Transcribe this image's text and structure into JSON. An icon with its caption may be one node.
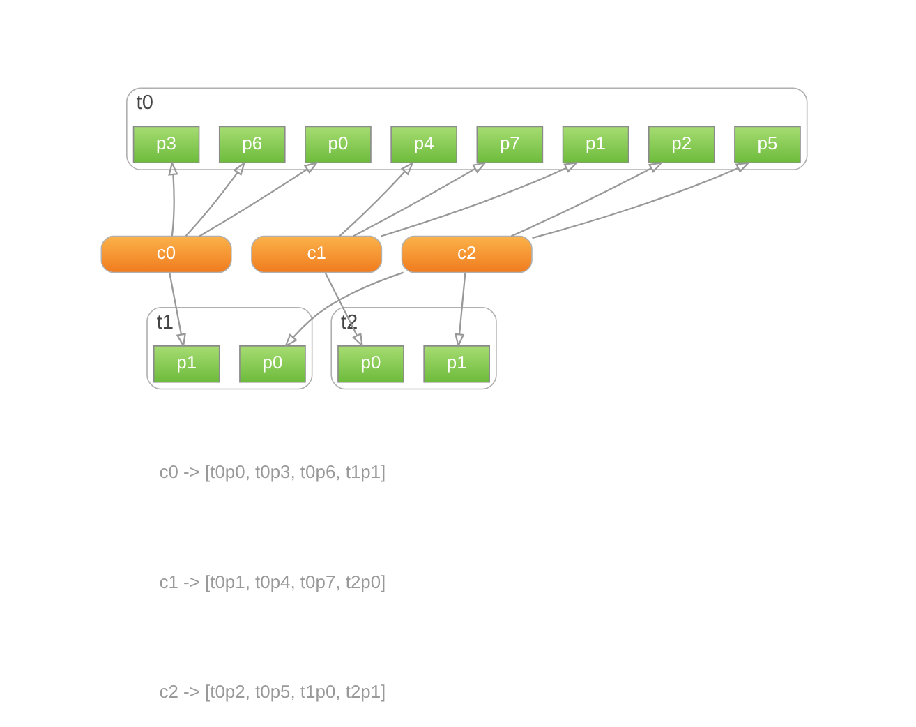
{
  "diagram": {
    "nodes": [
      {
        "text": [
          "t0"
        ]
      },
      {
        "text": [
          "p0"
        ],
        "in": 0
      },
      {
        "text": [
          "p1"
        ],
        "in": 0
      },
      {
        "text": [
          "p2"
        ],
        "in": 0
      },
      {
        "text": [
          "p3"
        ],
        "in": 0
      },
      {
        "text": [
          "p4"
        ],
        "in": 0
      },
      {
        "text": [
          "p5"
        ],
        "in": 0
      },
      {
        "text": [
          "p6"
        ],
        "in": 0
      },
      {
        "text": [
          "p7"
        ],
        "in": 0
      },
      {
        "text": [
          "c0"
        ]
      },
      {
        "text": [
          "c1"
        ]
      },
      {
        "text": [
          "c2"
        ]
      },
      {
        "text": [
          "t1"
        ]
      },
      {
        "text": [
          "p0"
        ],
        "in": 12
      },
      {
        "text": [
          "p1"
        ],
        "in": 12
      },
      {
        "text": [
          "t2"
        ]
      },
      {
        "text": [
          "p0"
        ],
        "in": 15
      },
      {
        "text": [
          "p1"
        ],
        "in": 15
      }
    ],
    "edges": [
      {
        "from": 9,
        "to": 1,
        "arrow": "to"
      },
      {
        "from": 9,
        "to": 4,
        "arrow": "to"
      },
      {
        "from": 9,
        "to": 7,
        "arrow": "to"
      },
      {
        "from": 9,
        "to": 14,
        "arrow": "to"
      },
      {
        "from": 10,
        "to": 2,
        "arrow": "to"
      },
      {
        "from": 10,
        "to": 5,
        "arrow": "to"
      },
      {
        "from": 10,
        "to": 8,
        "arrow": "to"
      },
      {
        "from": 10,
        "to": 16,
        "arrow": "to"
      },
      {
        "from": 11,
        "to": 3,
        "arrow": "to"
      },
      {
        "from": 11,
        "to": 6,
        "arrow": "to"
      },
      {
        "from": 11,
        "to": 13,
        "arrow": "to"
      },
      {
        "from": 11,
        "to": 17,
        "arrow": "to"
      }
    ],
    "labels": [
      "c0 -> [t0p0, t0p3, t0p6, t1p1]",
      "c1 -> [t0p1, t0p4, t0p7, t2p0]",
      "c2 -> [t0p2, t0p5, t1p0, t2p1]"
    ]
  }
}
